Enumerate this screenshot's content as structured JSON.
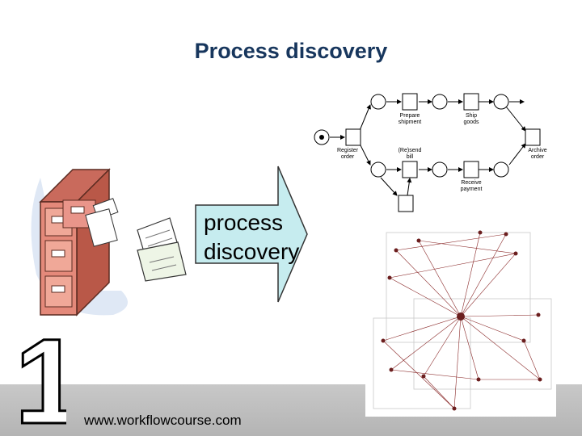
{
  "slide": {
    "title": "Process discovery",
    "arrow_label_line1": "process",
    "arrow_label_line2": "discovery",
    "footer_url": "www.workflowcourse.com",
    "slide_number_glyph": "1"
  },
  "process_model": {
    "transitions": [
      {
        "label_line1": "Register",
        "label_line2": "order"
      },
      {
        "label_line1": "Prepare",
        "label_line2": "shipment"
      },
      {
        "label_line1": "Ship",
        "label_line2": "goods"
      },
      {
        "label_line1": "(Re)send",
        "label_line2": "bill"
      },
      {
        "label_line1": "Receive",
        "label_line2": "payment"
      },
      {
        "label_line1": "Archive",
        "label_line2": "order"
      }
    ]
  },
  "colors": {
    "title": "#17365d",
    "arrow_fill": "#c6ecef",
    "cabinet": "#e4897a",
    "footer_bar": "#bfbfbf",
    "network_edges": "#8b2b2b"
  }
}
